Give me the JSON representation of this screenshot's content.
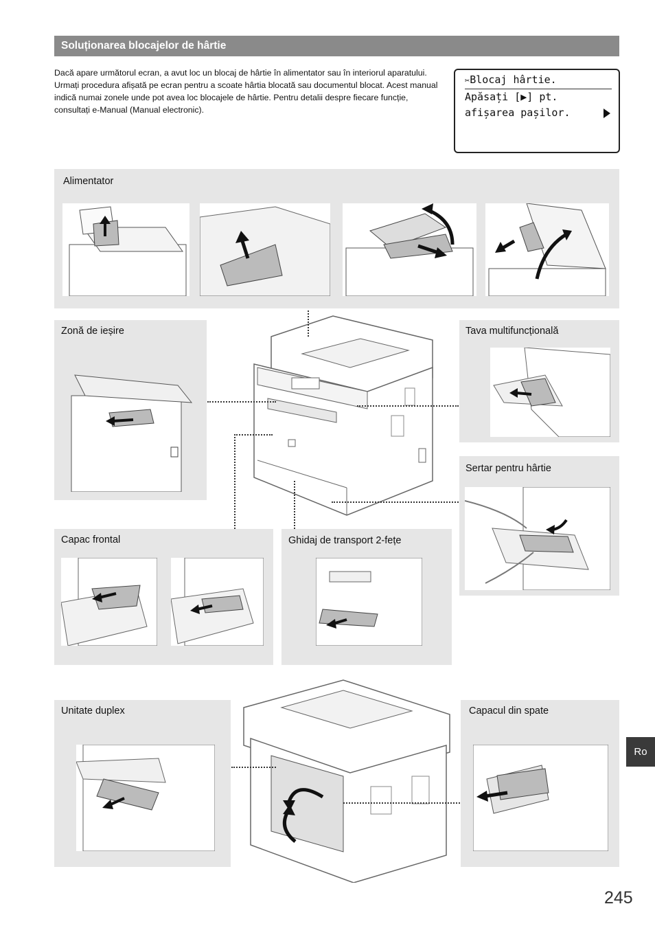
{
  "section": {
    "title": "Soluționarea blocajelor de hârtie"
  },
  "intro": {
    "text": "Dacă apare următorul ecran, a avut loc un blocaj de hârtie în alimentator sau în interiorul aparatului. Urmați procedura afișată pe ecran pentru a scoate hârtia blocată sau documentul blocat. Acest manual indică numai zonele unde pot avea loc blocajele de hârtie. Pentru detalii despre fiecare funcție, consultați e-Manual (Manual electronic)."
  },
  "lcd": {
    "line1": "Blocaj hârtie.",
    "line2": "Apăsați [▶] pt.",
    "line3": "afișarea pașilor.",
    "icon": "paper-jam-icon"
  },
  "panels": {
    "alimentator": "Alimentator",
    "zona_iesire": "Zonă de ieșire",
    "tava_multifunctionala": "Tava multifuncțională",
    "sertar_hartie": "Sertar pentru hârtie",
    "capac_frontal": "Capac frontal",
    "ghidaj_transport": "Ghidaj de transport 2-fețe",
    "unitate_duplex": "Unitate duplex",
    "capac_spate": "Capacul din spate"
  },
  "language_tab": "Ro",
  "page_number": "245"
}
